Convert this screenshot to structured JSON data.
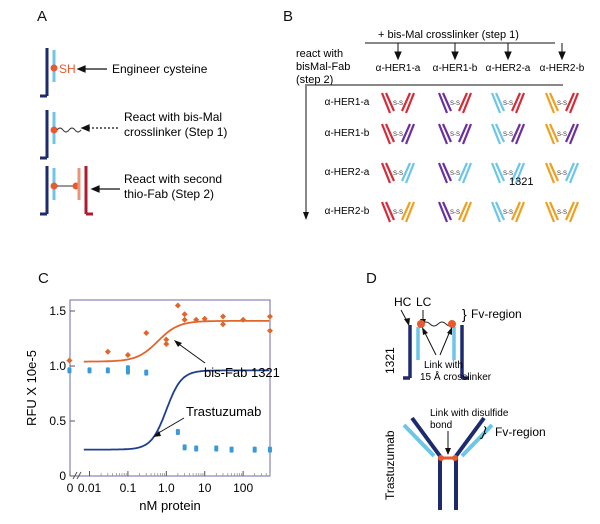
{
  "panels": {
    "A": {
      "label": "A",
      "rows": [
        {
          "text": "Engineer cysteine",
          "tag": "SH"
        },
        {
          "text_line1": "React with bis-Mal",
          "text_line2": "crosslinker (Step 1)"
        },
        {
          "text_line1": "React with second",
          "text_line2": "thio-Fab (Step 2)"
        }
      ]
    },
    "B": {
      "label": "B",
      "top_header": "+ bis-Mal crosslinker (step 1)",
      "side_header_lines": [
        "react with",
        "bisMal-Fab",
        "(step 2)"
      ],
      "columns": [
        "α-HER1-a",
        "α-HER1-b",
        "α-HER2-a",
        "α-HER2-b"
      ],
      "rows": [
        "α-HER1-a",
        "α-HER1-b",
        "α-HER2-a",
        "α-HER2-b"
      ],
      "highlight": "1321",
      "ss_label": "S-S",
      "colors": {
        "her1a": "#d62c3a",
        "her1b": "#6b2fa0",
        "her2a": "#6cc6e8",
        "her2b": "#f0a020"
      }
    },
    "C": {
      "label": "C",
      "annotation_bisfab": "bis-Fab 1321",
      "annotation_tras": "Trastuzumab"
    },
    "D": {
      "label": "D",
      "hc": "HC",
      "lc": "LC",
      "fv1": "Fv-region",
      "link1_line1": "Link with",
      "link1_line2": "15 Å crosslinker",
      "name1": "1321",
      "link2_line1": "Link with disulfide",
      "link2_line2": "bond",
      "fv2": "Fv-region",
      "name2": "Trastuzumab"
    }
  },
  "chart_data": {
    "type": "scatter",
    "xlabel": "nM protein",
    "ylabel": "RFU X 10e-5",
    "xscale": "log",
    "x_ticks": [
      "0",
      "0.01",
      "0.1",
      "1.0",
      "10",
      "100"
    ],
    "y_ticks": [
      "0",
      "0.5",
      "1.0",
      "1.5"
    ],
    "ylim": [
      0,
      1.6
    ],
    "series": [
      {
        "name": "bis-Fab 1321",
        "color": "#e0662a",
        "x": [
          0.003,
          0.03,
          0.1,
          0.3,
          1,
          1,
          2,
          3,
          3,
          6,
          10,
          30,
          30,
          100,
          500,
          500
        ],
        "y": [
          1.05,
          1.13,
          1.1,
          1.3,
          1.24,
          1.2,
          1.55,
          1.47,
          1.42,
          1.42,
          1.43,
          1.38,
          1.45,
          1.42,
          1.32,
          1.45
        ],
        "fit": {
          "bottom": 1.04,
          "top": 1.41,
          "ec50": 0.6,
          "hill": 1.6
        }
      },
      {
        "name": "Trastuzumab",
        "color": "#3a9ad8",
        "x": [
          0.003,
          0.01,
          0.03,
          0.1,
          0.1,
          0.3,
          2,
          3,
          6,
          20,
          50,
          200,
          500
        ],
        "y": [
          0.96,
          0.96,
          0.96,
          0.98,
          0.95,
          0.94,
          0.4,
          0.26,
          0.25,
          0.25,
          0.24,
          0.24,
          0.24
        ],
        "fit": {
          "bottom": 0.24,
          "top": 0.96,
          "ec50": 1.0,
          "hill": 2.2
        }
      }
    ],
    "fit_colors": {
      "bis-Fab 1321": "#e0662a",
      "Trastuzumab": "#1f3f90"
    }
  }
}
